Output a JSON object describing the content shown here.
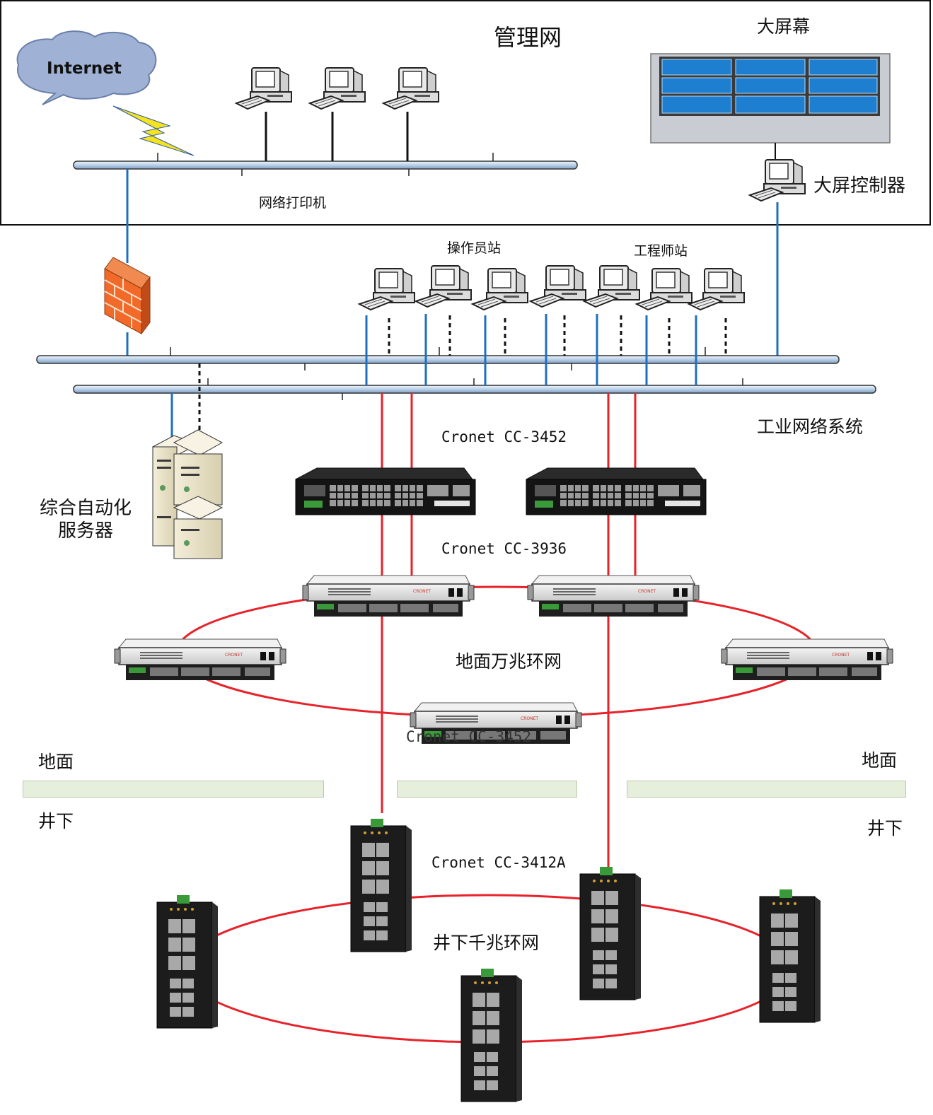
{
  "title": "管理网",
  "management": {
    "internet": "Internet",
    "printer_label": "网络打印机",
    "big_screen": "大屏幕",
    "screen_controller": "大屏控制器"
  },
  "stations": {
    "operator": "操作员站",
    "engineer": "工程师站"
  },
  "industrial_network": "工业网络系统",
  "server_label_line1": "综合自动化",
  "server_label_line2": "服务器",
  "devices": {
    "core_switch": "Cronet CC-3452",
    "ring_switch": "Cronet CC-3936",
    "ring_switch_overlap": "Cronet CC-3452",
    "field_switch": "Cronet CC-3412A"
  },
  "rings": {
    "ground_ring": "地面万兆环网",
    "underground_ring": "井下千兆环网"
  },
  "levels": {
    "ground_left": "地面",
    "underground_left": "井下",
    "ground_right": "地面",
    "underground_right": "井下"
  },
  "colors": {
    "bus": "#c9dcef",
    "link_blue": "#1f6fbf",
    "ring_red": "#e8222a",
    "screen_blue": "#1e7fd0"
  }
}
